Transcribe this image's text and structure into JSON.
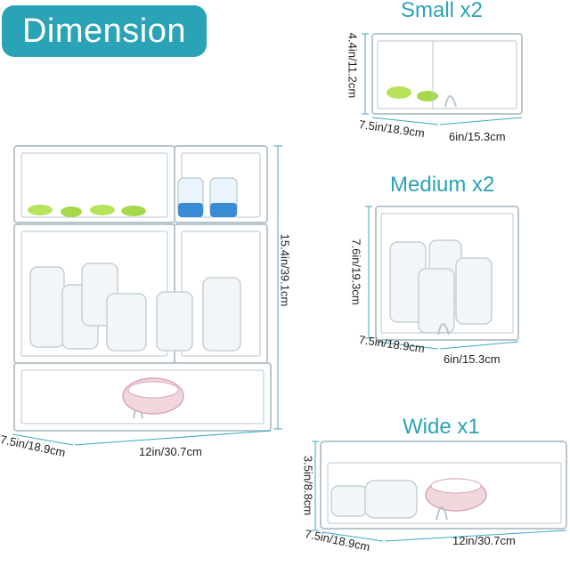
{
  "header": {
    "title": "Dimension"
  },
  "colors": {
    "accent": "#2aa3b7",
    "text": "#222222",
    "line": "#3aa8c9",
    "plastic": "#b9c6cc"
  },
  "variants": {
    "small": {
      "title": "Small x2",
      "height": "4.4in/11.2cm",
      "depth": "7.5in/18.9cm",
      "width": "6in/15.3cm"
    },
    "medium": {
      "title": "Medium x2",
      "height": "7.6in/19.3cm",
      "depth": "7.5in/18.9cm",
      "width": "6in/15.3cm"
    },
    "wide": {
      "title": "Wide x1",
      "height": "3.5in/8.8cm",
      "depth": "7.5in/18.9cm",
      "width": "12in/30.7cm"
    }
  },
  "stack": {
    "height": "15.4in/39.1cm",
    "depth": "7.5in/18.9cm",
    "width": "12in/30.7cm"
  }
}
